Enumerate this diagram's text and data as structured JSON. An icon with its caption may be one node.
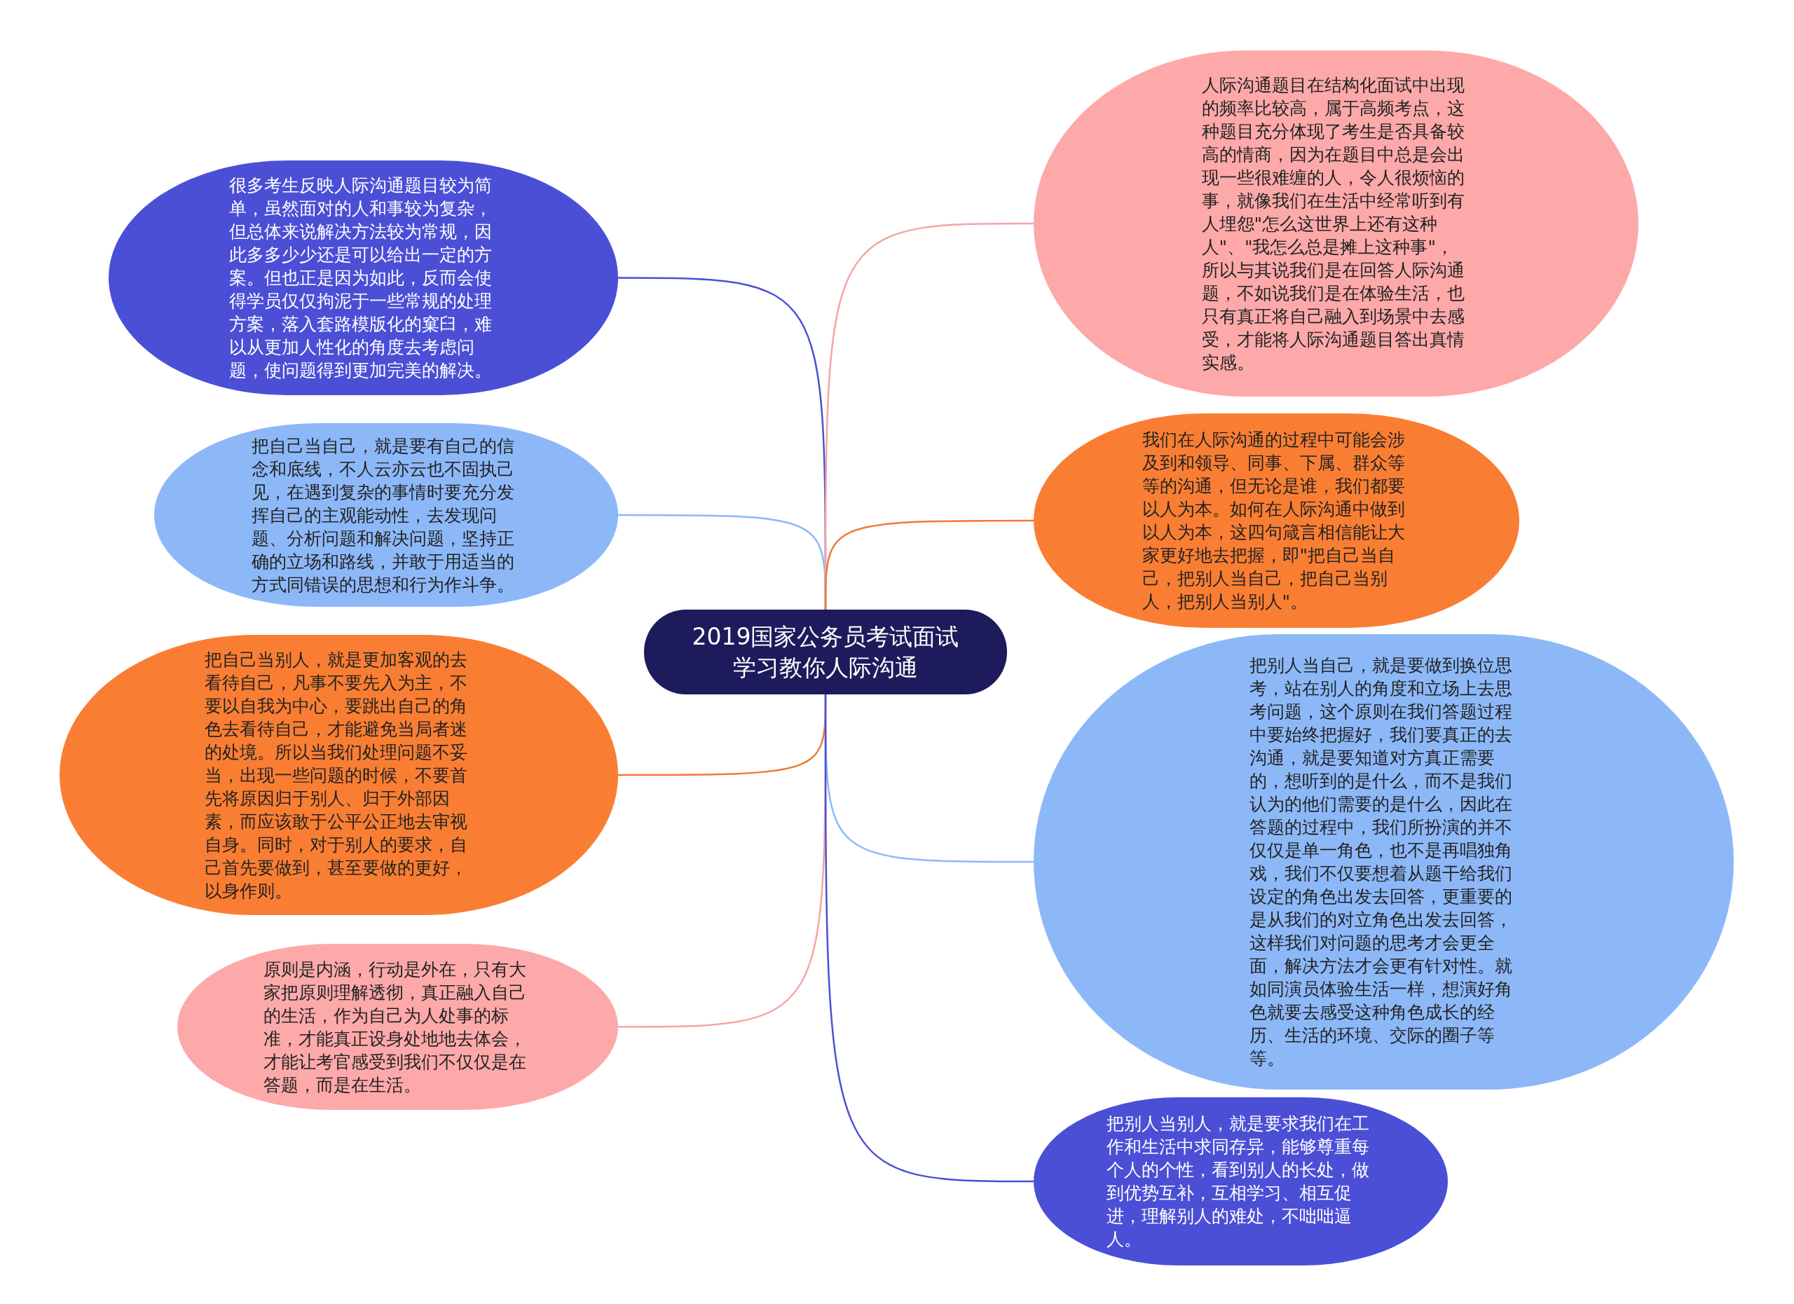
{
  "diagram": {
    "nodes": [
      {
        "text": [
          "2019国家公务员考试面试学习教你人际沟通"
        ]
      },
      {
        "text": [
          "很多考生反映人际沟通题目较为简单，虽然面对的人和事较为复杂，但总体来说解决方法较为常规，因此多多少少还是可以给出一定的方案。但也正是因为如此，反而会使得学员仅仅拘泥于一些常规的处理方案，落入套路模版化的窠臼，难以从更加人性化的角度去考虑问题，使问题得到更加完美的解决。"
        ]
      },
      {
        "text": [
          "把自己当自己，就是要有自己的信念和底线，不人云亦云也不固执己见，在遇到复杂的事情时要充分发挥自己的主观能动性，去发现问题、分析问题和解决问题，坚持正确的立场和路线，并敢于用适当的方式同错误的思想和行为作斗争。"
        ]
      },
      {
        "text": [
          "把自己当别人，就是更加客观的去看待自己，凡事不要先入为主，不要以自我为中心，要跳出自己的角色去看待自己，才能避免当局者迷的处境。所以当我们处理问题不妥当，出现一些问题的时候，不要首先将原因归于别人、归于外部因素，而应该敢于公平公正地去审视自身。同时，对于别人的要求，自己首先要做到，甚至要做的更好，以身作则。"
        ]
      },
      {
        "text": [
          "原则是内涵，行动是外在，只有大家把原则理解透彻，真正融入自己的生活，作为自己为人处事的标准，才能真正设身处地地去体会，才能让考官感受到我们不仅仅是在答题，而是在生活。"
        ]
      },
      {
        "text": [
          "人际沟通题目在结构化面试中出现的频率比较高，属于高频考点，这种题目充分体现了考生是否具备较高的情商，因为在题目中总是会出现一些很难缠的人，令人很烦恼的事，就像我们在生活中经常听到有人埋怨\"怎么这世界上还有这种人\"、\"我怎么总是摊上这种事\"，所以与其说我们是在回答人际沟通题，不如说我们是在体验生活，也只有真正将自己融入到场景中去感受，才能将人际沟通题目答出真情实感。"
        ]
      },
      {
        "text": [
          "我们在人际沟通的过程中可能会涉及到和领导、同事、下属、群众等等的沟通，但无论是谁，我们都要以人为本。如何在人际沟通中做到以人为本，这四句箴言相信能让大家更好地去把握，即\"把自己当自己，把别人当自己，把自己当别人，把别人当别人\"。"
        ]
      },
      {
        "text": [
          "把别人当自己，就是要做到换位思考，站在别人的角度和立场上去思考问题，这个原则在我们答题过程中要始终把握好，我们要真正的去沟通，就是要知道对方真正需要的，想听到的是什么，而不是我们认为的他们需要的是什么，因此在答题的过程中，我们所扮演的并不仅仅是单一角色，也不是再唱独角戏，我们不仅要想着从题干给我们设定的角色出发去回答，更重要的是从我们的对立角色出发去回答，这样我们对问题的思考才会更全面，解决方法才会更有针对性。就如同演员体验生活一样，想演好角色就要去感受这种角色成长的经历、生活的环境、交际的圈子等等。"
        ]
      },
      {
        "text": [
          "把别人当别人，就是要求我们在工作和生活中求同存异，能够尊重每个人的个性，看到别人的长处，做到优势互补，互相学习、相互促进，理解别人的难处，不咄咄逼人。"
        ]
      }
    ],
    "edges": [
      {
        "from": 0,
        "to": 1,
        "arrow": "none",
        "color": "#4b4fd6"
      },
      {
        "from": 0,
        "to": 2,
        "arrow": "none",
        "color": "#8db8f8"
      },
      {
        "from": 0,
        "to": 3,
        "arrow": "none",
        "color": "#f07a30"
      },
      {
        "from": 0,
        "to": 4,
        "arrow": "none",
        "color": "#f5a5a5"
      },
      {
        "from": 0,
        "to": 5,
        "arrow": "none",
        "color": "#f5a5a5"
      },
      {
        "from": 0,
        "to": 6,
        "arrow": "none",
        "color": "#f07a30"
      },
      {
        "from": 0,
        "to": 7,
        "arrow": "none",
        "color": "#8db8f8"
      },
      {
        "from": 0,
        "to": 8,
        "arrow": "none",
        "color": "#4b4fd6"
      }
    ]
  }
}
